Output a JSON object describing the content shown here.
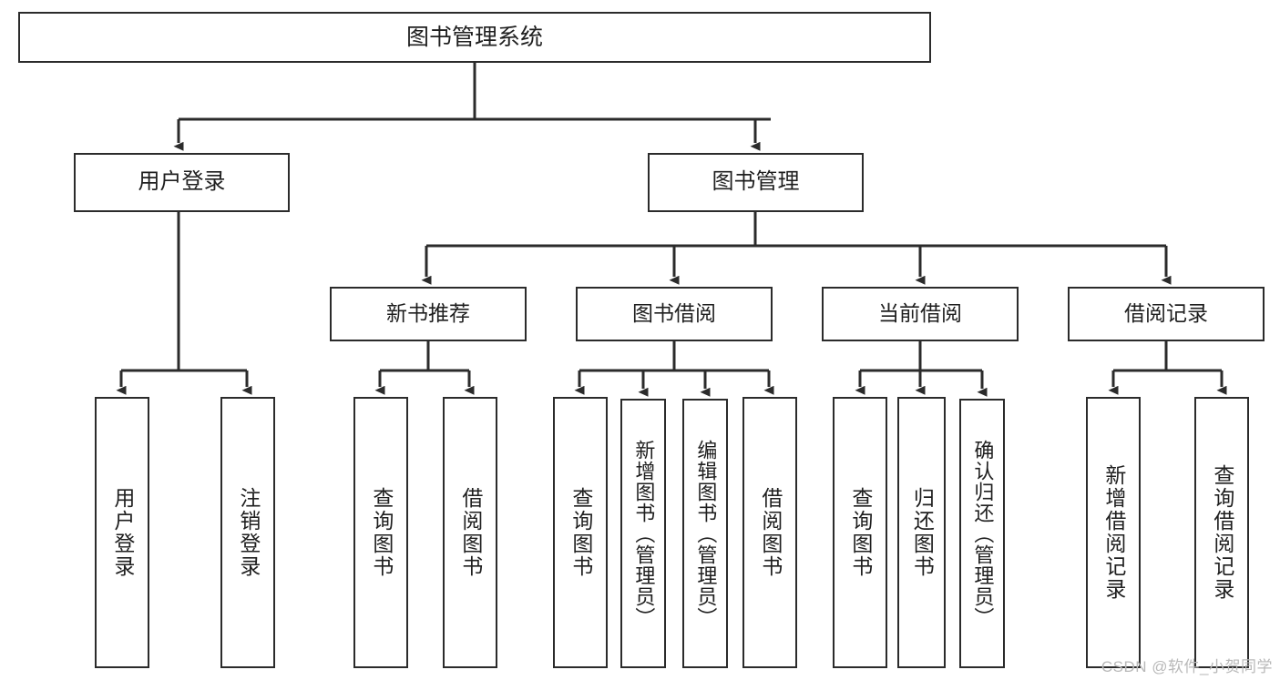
{
  "diagram": {
    "title_node": {
      "label": "图书管理系统"
    },
    "level2": [
      {
        "id": "user-login",
        "label": "用户登录"
      },
      {
        "id": "book-management",
        "label": "图书管理"
      }
    ],
    "level3": [
      {
        "id": "new-book-recommend",
        "label": "新书推荐"
      },
      {
        "id": "book-borrow",
        "label": "图书借阅"
      },
      {
        "id": "current-borrow",
        "label": "当前借阅"
      },
      {
        "id": "borrow-record",
        "label": "借阅记录"
      }
    ],
    "leaves": [
      {
        "id": "leaf-user-login",
        "label": "用户登录"
      },
      {
        "id": "leaf-logout-login",
        "label": "注销登录"
      },
      {
        "id": "leaf-query-book-1",
        "label": "查询图书"
      },
      {
        "id": "leaf-borrow-book-1",
        "label": "借阅图书"
      },
      {
        "id": "leaf-query-book-2",
        "label": "查询图书"
      },
      {
        "id": "leaf-add-book-admin",
        "label": "新增图书（管理员）"
      },
      {
        "id": "leaf-edit-book-admin",
        "label": "编辑图书（管理员）"
      },
      {
        "id": "leaf-borrow-book-2",
        "label": "借阅图书"
      },
      {
        "id": "leaf-query-book-3",
        "label": "查询图书"
      },
      {
        "id": "leaf-return-book",
        "label": "归还图书"
      },
      {
        "id": "leaf-confirm-return-admin",
        "label": "确认归还（管理员）"
      },
      {
        "id": "leaf-add-borrow-record",
        "label": "新增借阅记录"
      },
      {
        "id": "leaf-query-borrow-record",
        "label": "查询借阅记录"
      }
    ],
    "watermark": "CSDN @软件_小贺同学",
    "colors": {
      "stroke": "#2b2b2b",
      "fill": "#ffffff",
      "text": "#1f1f1f",
      "watermark": "#b9b9b9"
    }
  }
}
